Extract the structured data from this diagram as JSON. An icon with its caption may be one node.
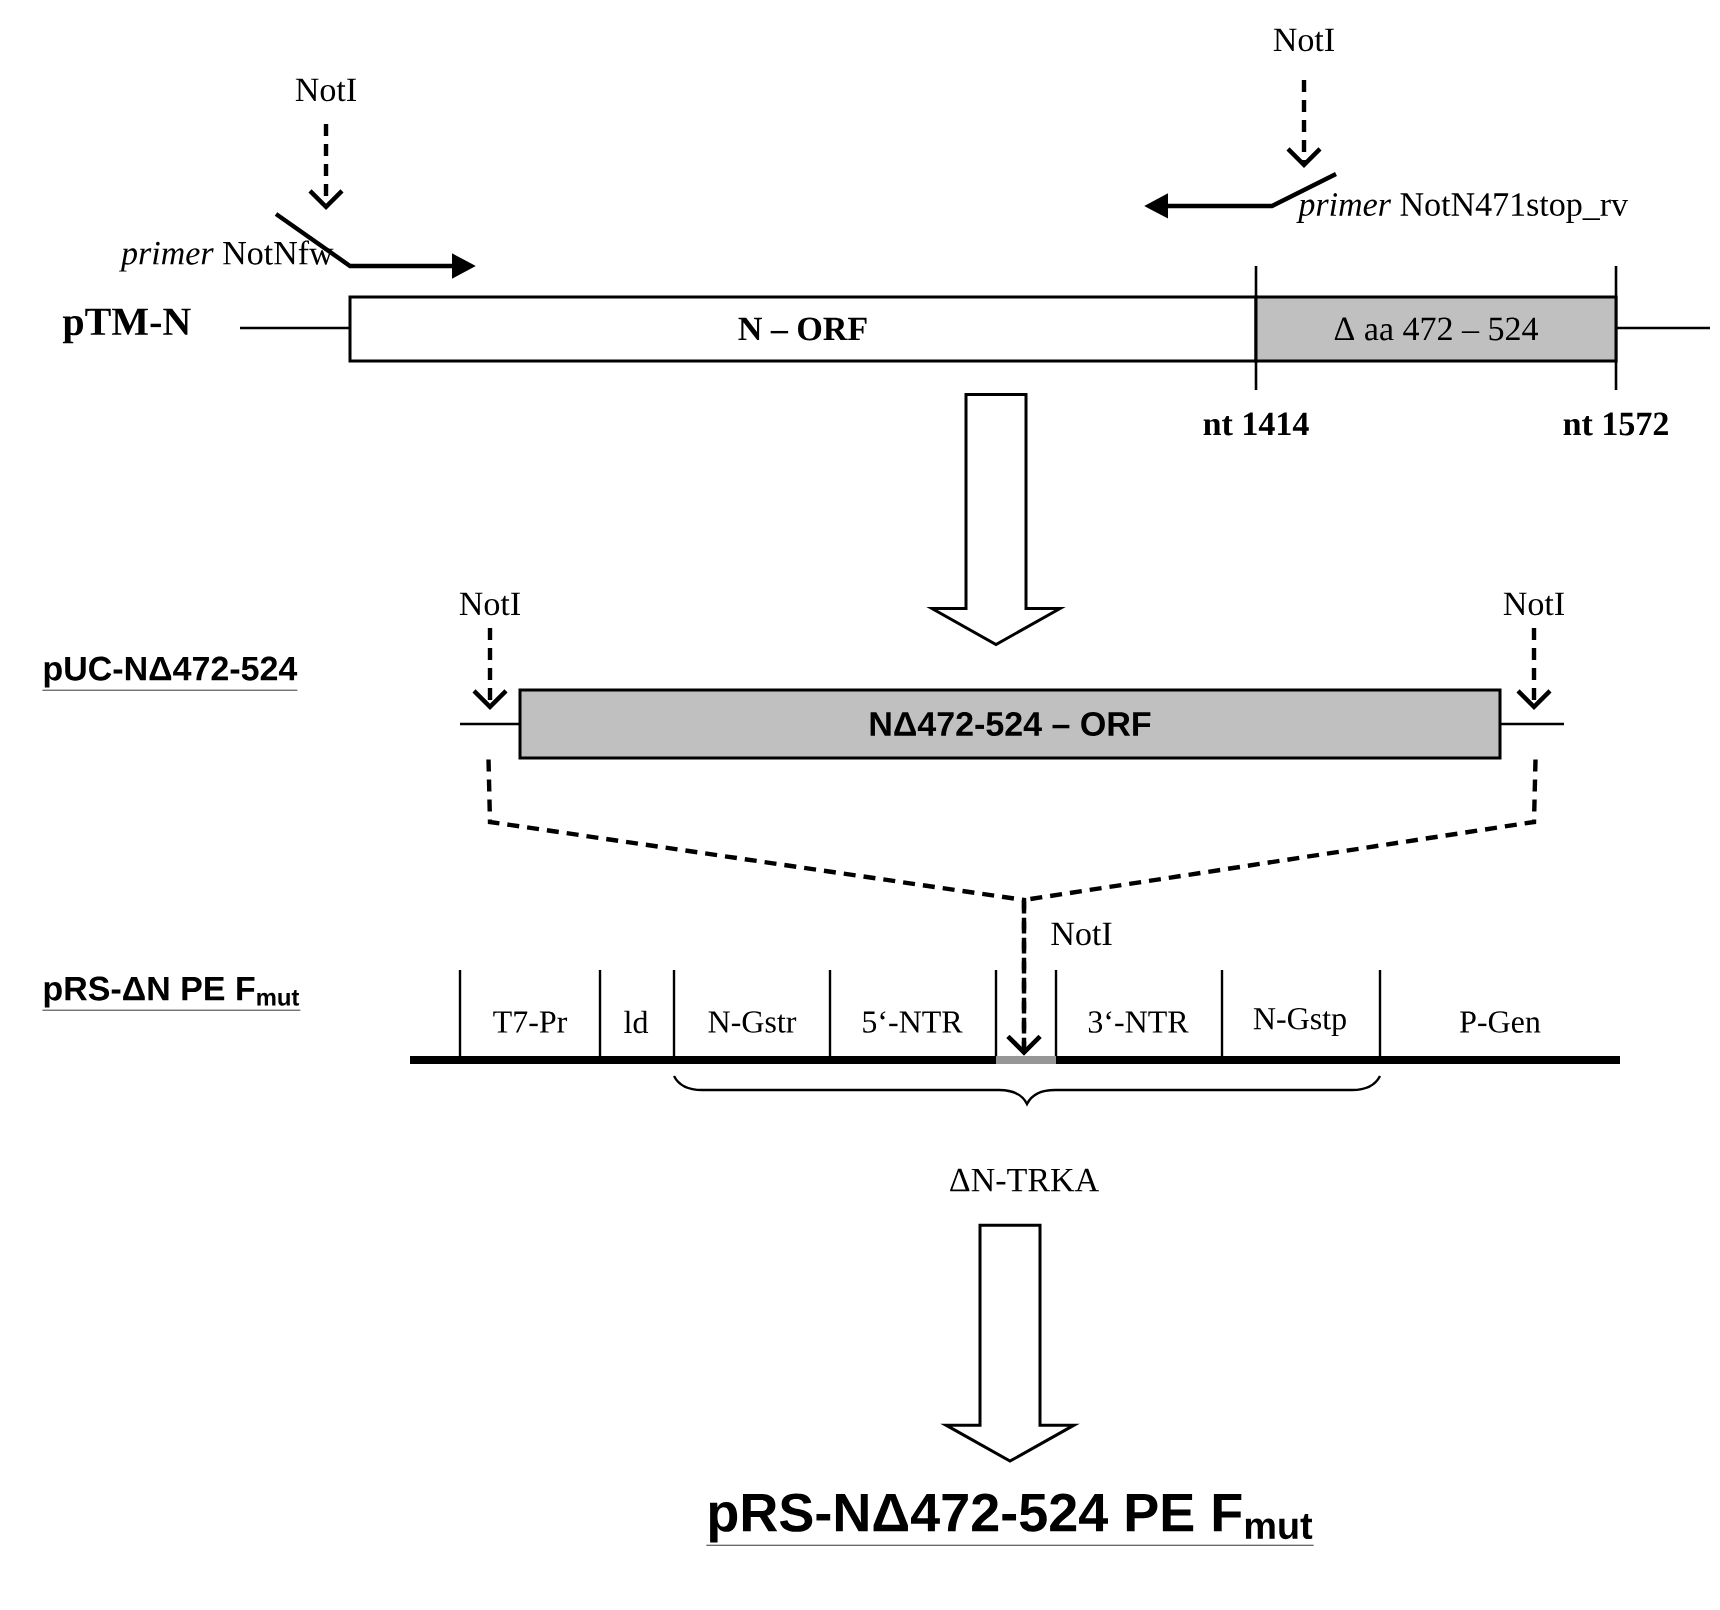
{
  "diagram": {
    "nodes": [
      {
        "text": [
          "N – ORF"
        ]
      },
      {
        "text": [
          "Δ aa 472 – 524"
        ]
      },
      {
        "text": [
          "NΔ472-524 – ORF"
        ]
      },
      {
        "text": [],
        "shape": "bar"
      },
      {
        "text": [
          "pRS-NΔ472-524 PE F$_{mut}$"
        ]
      }
    ],
    "edges": [
      {
        "from": 2,
        "to": 3,
        "arrow": "to",
        "style": "dashed"
      },
      {
        "from": 2,
        "to": 3,
        "arrow": "to",
        "style": "dashed"
      },
      {
        "from": 0,
        "to": 2,
        "arrow": "to",
        "style": "thick"
      },
      {
        "from": null,
        "to": 4,
        "arrow": "to",
        "style": "thick"
      }
    ],
    "labels": [
      "NotI",
      "NotI",
      "*primer* NotN471stop_rv",
      "*primer* NotNfw",
      "pTM-N",
      "nt 1414",
      "nt 1572",
      "pUC-NΔ472-524",
      "NotI",
      "NotI",
      "NotI",
      "pRS-ΔN PE F$_{mut}$",
      "T7-Pr",
      "ld",
      "N-Gstr",
      "5‘-NTR",
      "3‘-NTR",
      "N-Gstp",
      "P-Gen",
      "ΔN-TRKA"
    ]
  }
}
